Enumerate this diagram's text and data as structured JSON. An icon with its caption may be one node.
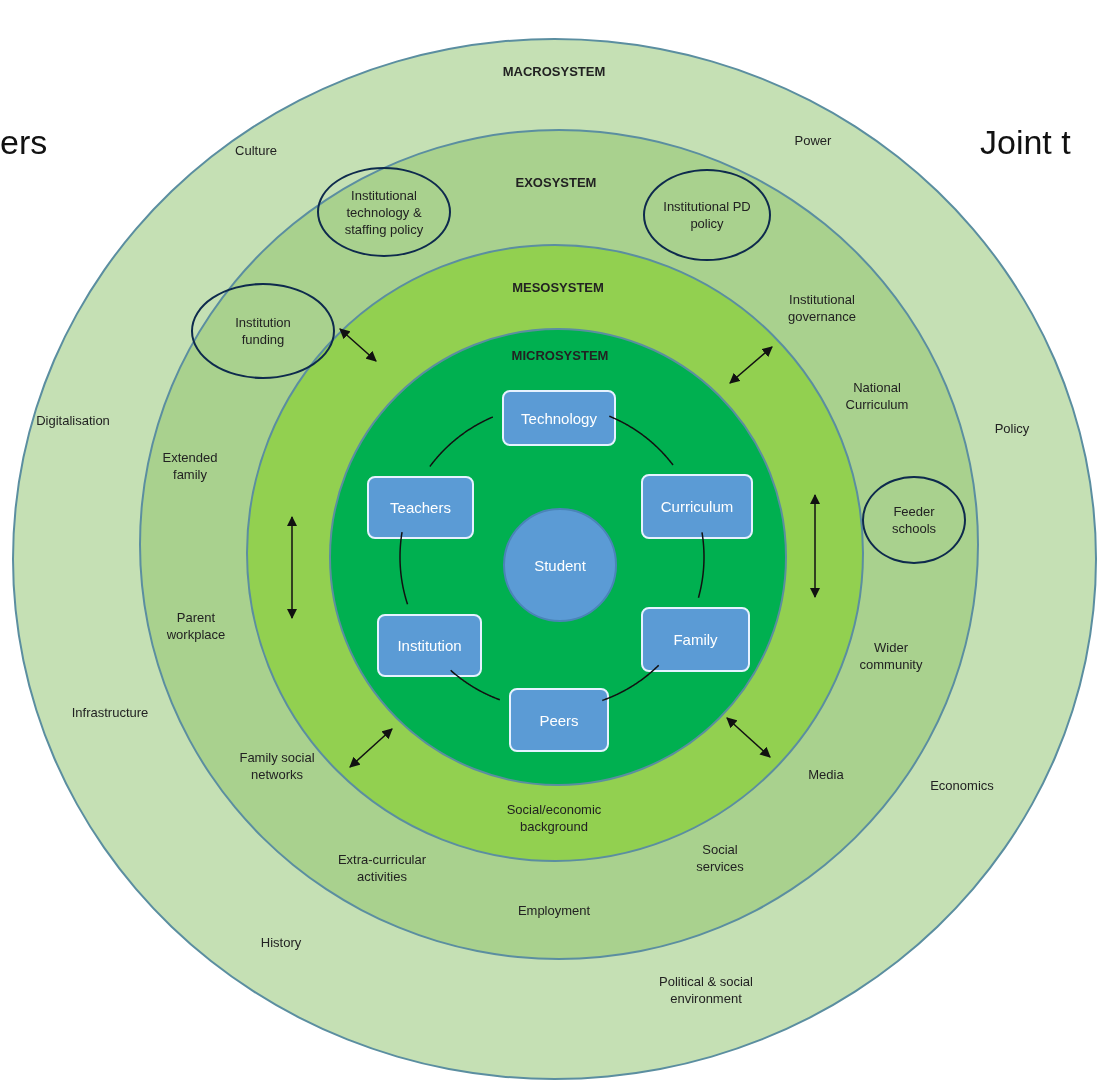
{
  "diagram": {
    "nodes": [
      {
        "text": [
          "MACROSYSTEM"
        ]
      },
      {
        "text": [
          "EXOSYSTEM"
        ],
        "in": 0
      },
      {
        "text": [
          "MESOSYSTEM"
        ],
        "in": 1
      },
      {
        "text": [
          "MICROSYSTEM"
        ],
        "in": 2
      },
      {
        "text": [
          "Institutional technology & staffing policy"
        ],
        "in": 1
      },
      {
        "text": [
          "Institutional PD policy"
        ],
        "in": 1
      },
      {
        "text": [
          "Institution funding"
        ],
        "in": 1
      },
      {
        "text": [
          "Feeder schools"
        ],
        "in": 1
      },
      {
        "text": [
          "Technology"
        ],
        "in": 3
      },
      {
        "text": [
          "Teachers"
        ],
        "in": 3
      },
      {
        "text": [
          "Curriculum"
        ],
        "in": 3
      },
      {
        "text": [
          "Student"
        ],
        "in": 3
      },
      {
        "text": [
          "Institution"
        ],
        "in": 3
      },
      {
        "text": [
          "Family"
        ],
        "in": 3
      },
      {
        "text": [
          "Peers"
        ],
        "in": 3
      }
    ],
    "edges": [
      {
        "from": 8,
        "to": 10,
        "arrow": "none"
      },
      {
        "from": 10,
        "to": 13,
        "arrow": "none"
      },
      {
        "from": 13,
        "to": 14,
        "arrow": "none"
      },
      {
        "from": 14,
        "to": 12,
        "arrow": "none"
      },
      {
        "from": 12,
        "to": 9,
        "arrow": "none"
      },
      {
        "from": 9,
        "to": 8,
        "arrow": "none"
      }
    ],
    "labels": [
      "ers",
      "Joint t",
      "Culture",
      "Power",
      "Digitalisation",
      "Policy",
      "Infrastructure",
      "Economics",
      "History",
      "Political & social environment",
      "Institutional governance",
      "National Curriculum",
      "Extended family",
      "Wider community",
      "Parent workplace",
      "Family social networks",
      "Media",
      "Extra-curricular activities",
      "Social services",
      "Employment",
      "Social/economic background"
    ]
  }
}
